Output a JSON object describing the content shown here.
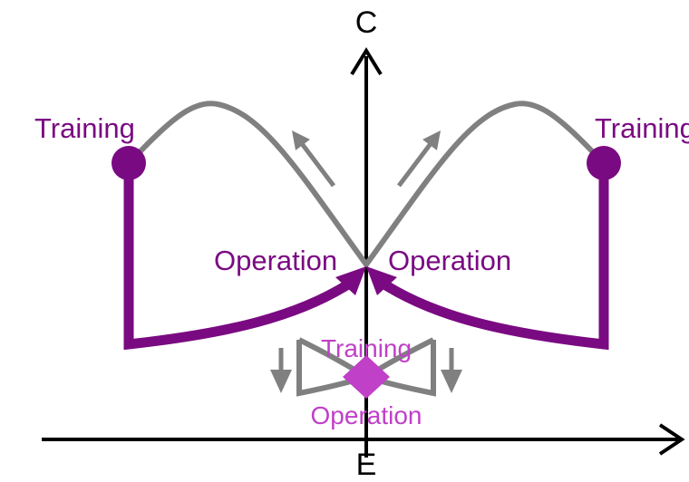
{
  "axes": {
    "y_label": "C",
    "x_label": "E"
  },
  "labels": {
    "training_left": "Training",
    "training_right": "Training",
    "operation_left": "Operation",
    "operation_right": "Operation",
    "training_center": "Training",
    "operation_center": "Operation"
  },
  "colors": {
    "axis": "#000000",
    "curve_gray": "#808080",
    "purple_dark": "#7a0a82",
    "magenta": "#c040c8"
  }
}
